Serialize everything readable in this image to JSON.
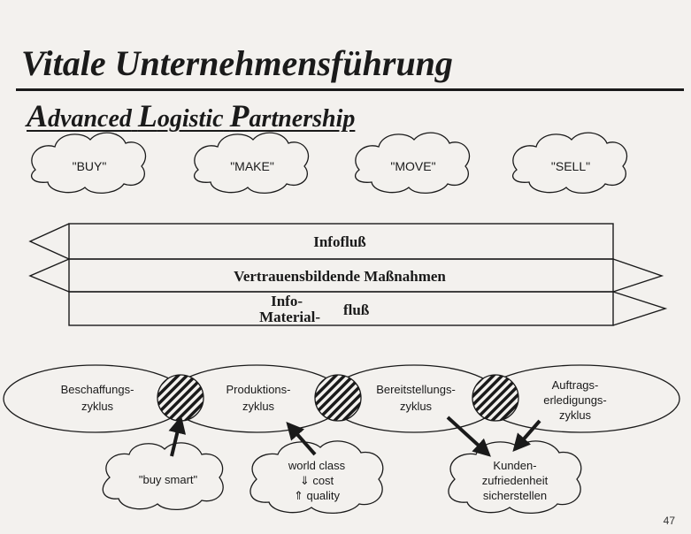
{
  "title": "Vitale Unternehmensführung",
  "subtitle": {
    "a_initial": "A",
    "a_rest": "dvanced",
    "l_initial": "L",
    "l_rest": "ogistic",
    "p_initial": "P",
    "p_rest": "artnership"
  },
  "top_clouds": [
    {
      "label": "\"BUY\""
    },
    {
      "label": "\"MAKE\""
    },
    {
      "label": "\"MOVE\""
    },
    {
      "label": "\"SELL\""
    }
  ],
  "bands": {
    "infofluss": "Infofluß",
    "vertrauen": "Vertrauensbildende Maßnahmen",
    "info_prefix": "Info-",
    "material_prefix": "Material-",
    "fluss": "fluß"
  },
  "cycles": [
    {
      "line1": "Beschaffungs-",
      "line2": "zyklus"
    },
    {
      "line1": "Produktions-",
      "line2": "zyklus"
    },
    {
      "line1": "Bereitstellungs-",
      "line2": "zyklus"
    },
    {
      "line1": "Auftrags-",
      "line2": "erledigungs-",
      "line3": "zyklus"
    }
  ],
  "bottom_clouds": {
    "buy_smart": "\"buy smart\"",
    "world_class": "world class",
    "cost": "⇓ cost",
    "quality": "⇑ quality",
    "kunden1": "Kunden-",
    "kunden2": "zufriedenheit",
    "kunden3": "sicherstellen"
  },
  "page_number": "47"
}
